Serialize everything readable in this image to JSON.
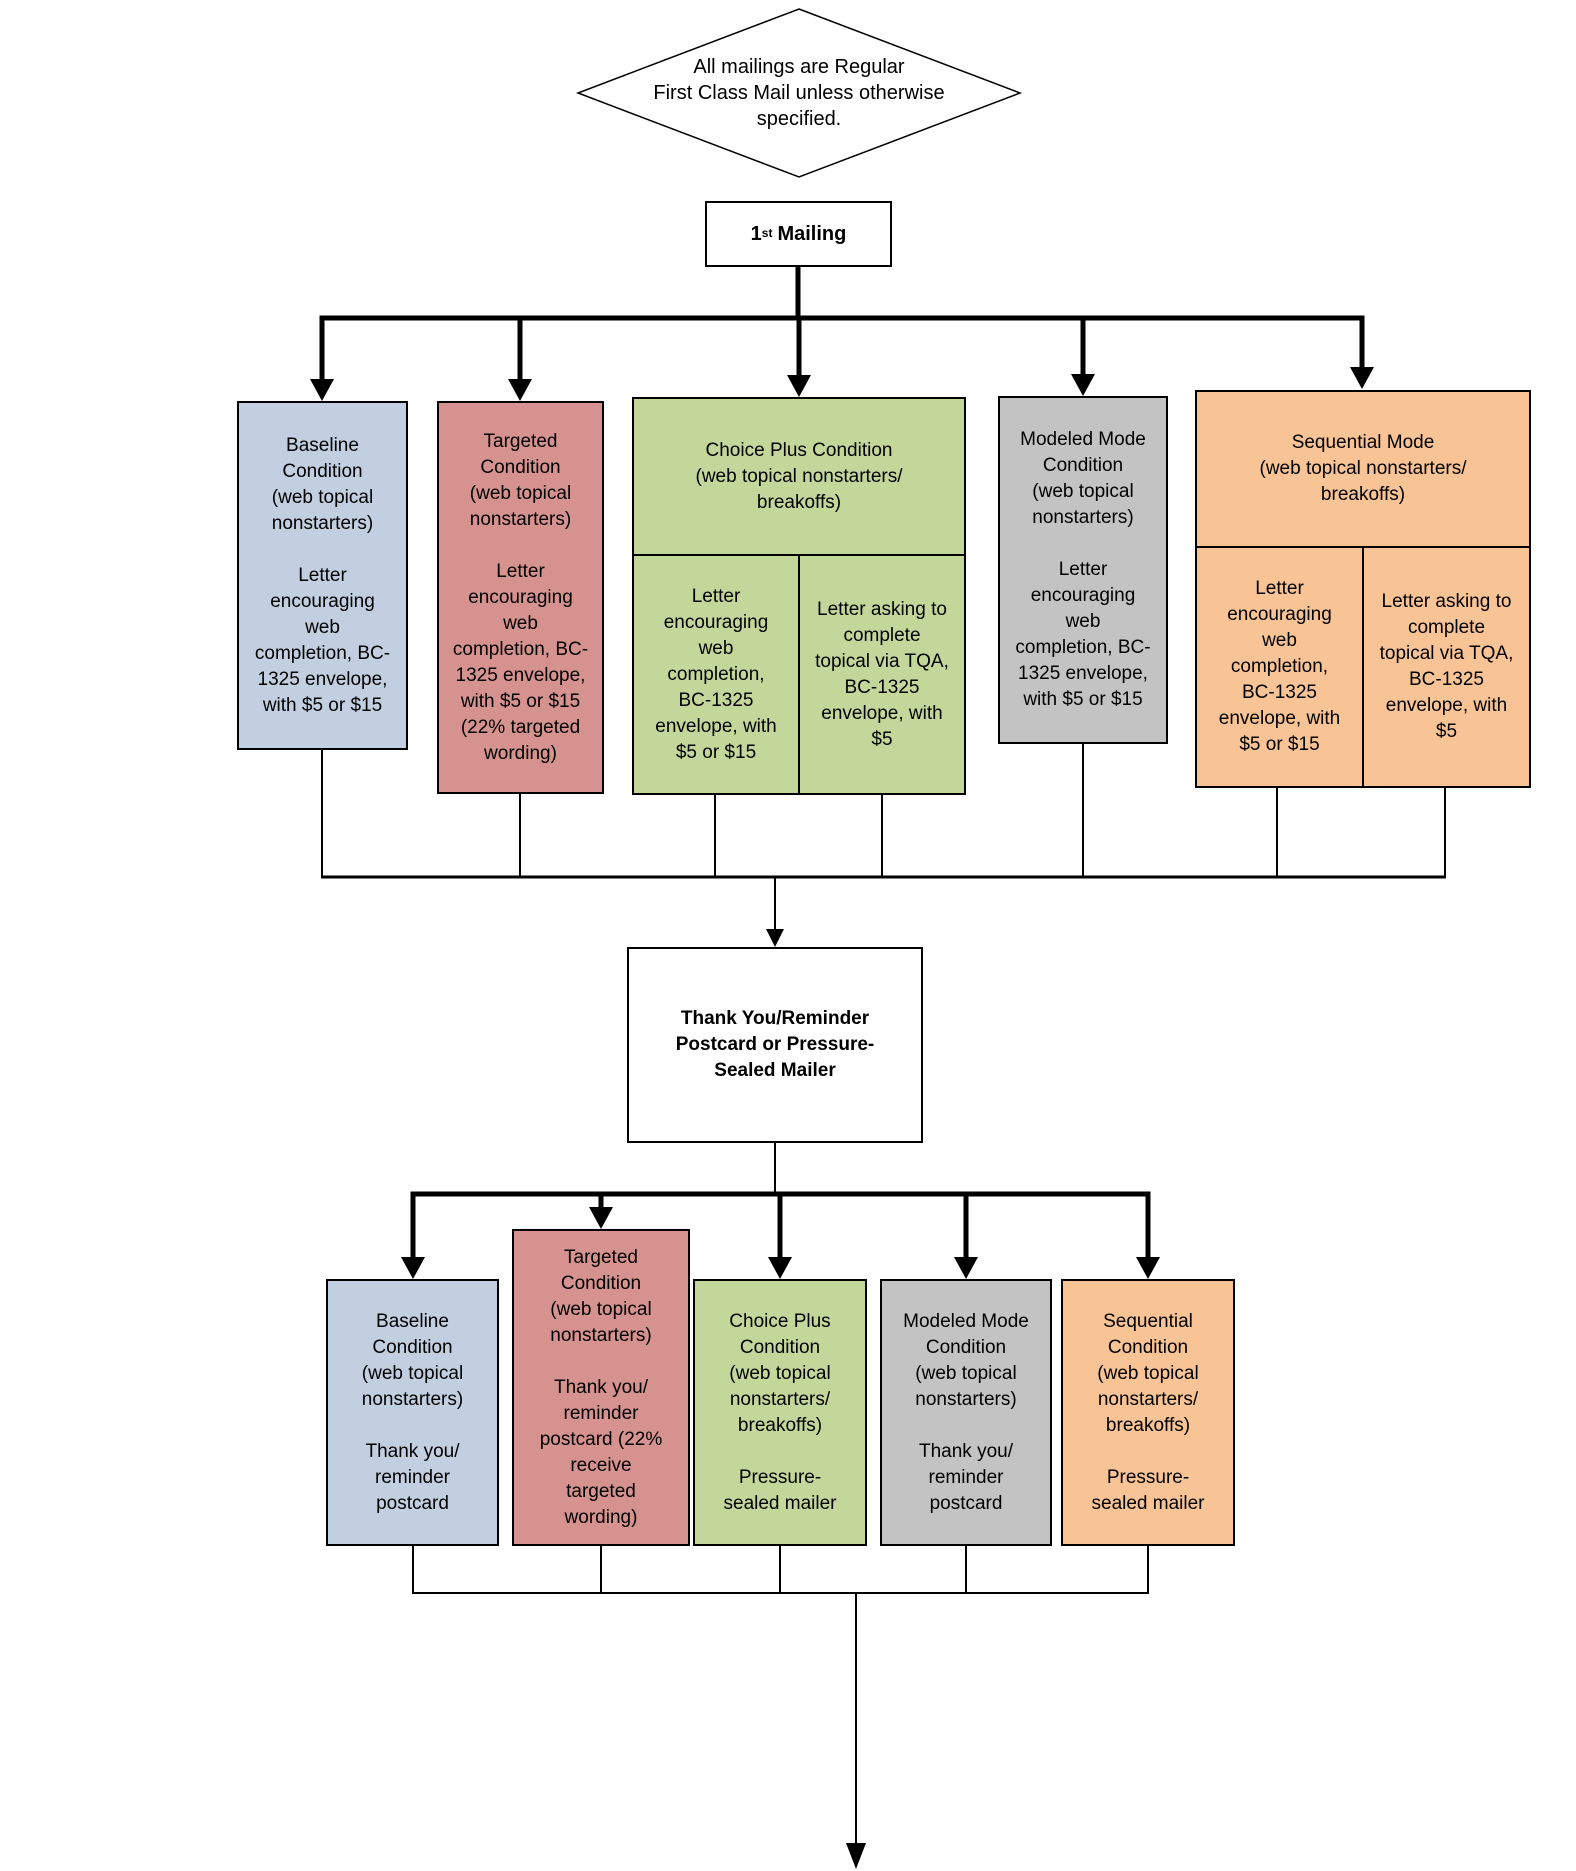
{
  "diamond_note": {
    "text": "All mailings are Regular\nFirst Class Mail unless otherwise\nspecified."
  },
  "first_mailing": {
    "num": "1",
    "sup": "st",
    "rest": "Mailing"
  },
  "thank_you": {
    "text": "Thank You/Reminder\nPostcard or Pressure-\nSealed Mailer"
  },
  "colors": {
    "baseline": "#c2cfe0",
    "targeted": "#d5928e",
    "choice_plus": "#c4d79b",
    "modeled_mode": "#c3c3c3",
    "sequential": "#f8c395",
    "line": "#000000"
  },
  "row1": {
    "baseline": {
      "title": "Baseline\nCondition\n(web topical\nnonstarters)",
      "body": "Letter\nencouraging\nweb\ncompletion, BC-\n1325 envelope,\nwith $5 or $15"
    },
    "targeted": {
      "title": "Targeted\nCondition\n(web topical\nnonstarters)",
      "body": "Letter\nencouraging\nweb\ncompletion, BC-\n1325 envelope,\nwith $5 or $15\n(22% targeted\nwording)"
    },
    "choice_plus": {
      "header": "Choice Plus Condition\n(web topical nonstarters/\nbreakoffs)",
      "left": "Letter\nencouraging\nweb\ncompletion,\nBC-1325\nenvelope, with\n$5 or $15",
      "right": "Letter asking to\ncomplete\ntopical via TQA,\nBC-1325\nenvelope, with\n$5"
    },
    "modeled_mode": {
      "title": "Modeled Mode\nCondition\n(web topical\nnonstarters)",
      "body": "Letter\nencouraging\nweb\ncompletion, BC-\n1325 envelope,\nwith $5 or $15"
    },
    "sequential": {
      "header": "Sequential Mode\n(web topical nonstarters/\nbreakoffs)",
      "left": "Letter\nencouraging\nweb\ncompletion,\nBC-1325\nenvelope, with\n$5 or $15",
      "right": "Letter asking to\ncomplete\ntopical via TQA,\nBC-1325\nenvelope, with\n$5"
    }
  },
  "row2": {
    "baseline": {
      "title": "Baseline\nCondition\n(web topical\nnonstarters)",
      "body": "Thank you/\nreminder\npostcard"
    },
    "targeted": {
      "title": "Targeted\nCondition\n(web topical\nnonstarters)",
      "body": "Thank you/\nreminder\npostcard (22%\nreceive\ntargeted\nwording)"
    },
    "choice_plus": {
      "title": "Choice Plus\nCondition\n(web topical\nnonstarters/\nbreakoffs)",
      "body": "Pressure-\nsealed mailer"
    },
    "modeled_mode": {
      "title": "Modeled Mode\nCondition\n(web topical\nnonstarters)",
      "body": "Thank you/\nreminder\npostcard"
    },
    "sequential": {
      "title": "Sequential\nCondition\n(web topical\nnonstarters/\nbreakoffs)",
      "body": "Pressure-\nsealed mailer"
    }
  }
}
